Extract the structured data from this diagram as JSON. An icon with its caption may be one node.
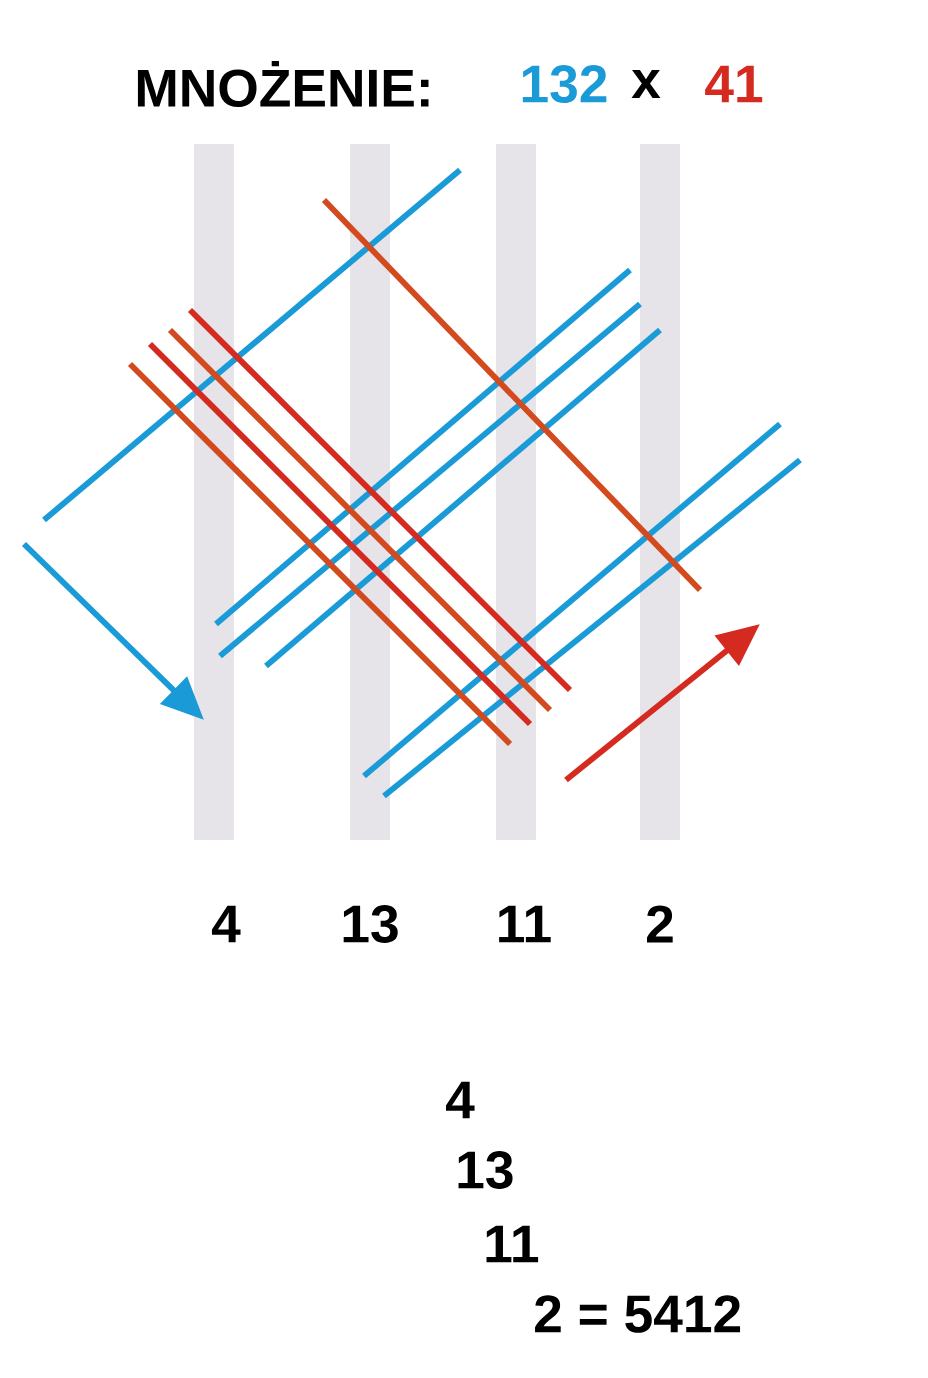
{
  "diagram": {
    "title": "MNOŻENIE:",
    "labels": [
      "132",
      "x",
      "41",
      "4",
      "13",
      "11",
      "2",
      "4",
      "13",
      "11",
      "2 = 5412"
    ]
  }
}
